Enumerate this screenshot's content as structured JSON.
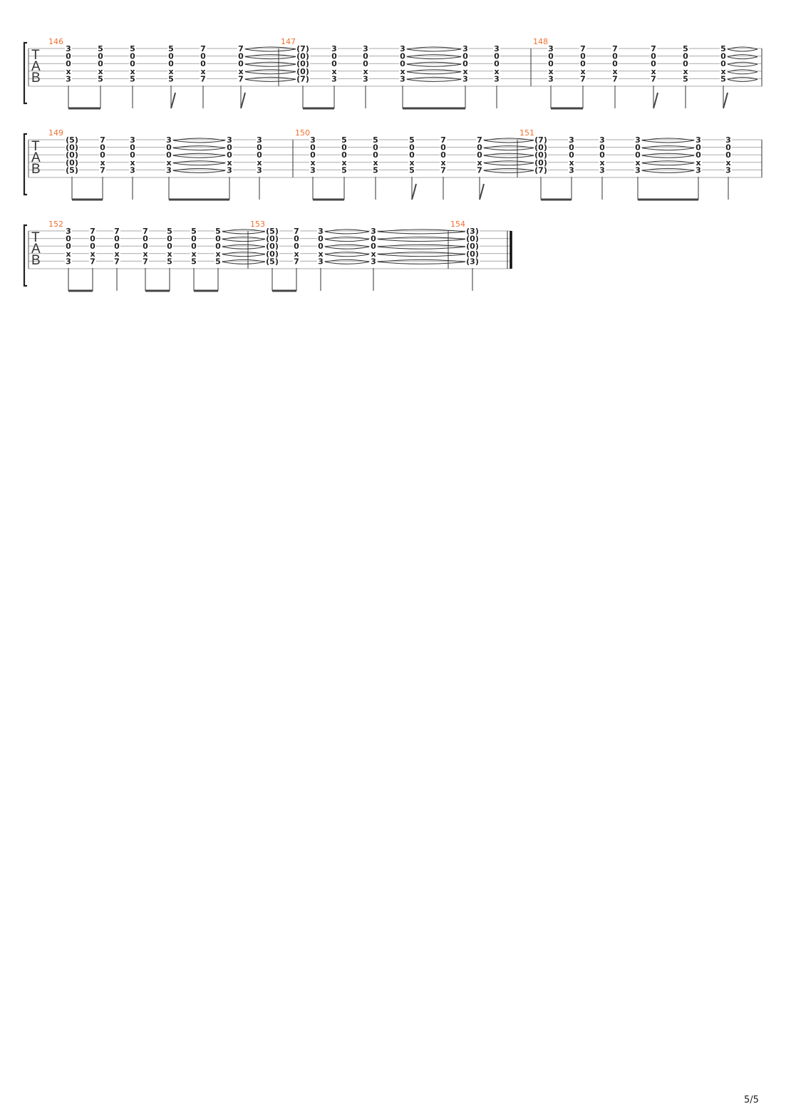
{
  "tab_letters": [
    "T",
    "A",
    "B"
  ],
  "page_number": "5/5",
  "systems": [
    {
      "measures": [
        {
          "number": "146",
          "beats": [
            [
              "3",
              "0",
              "0",
              "x",
              "3"
            ],
            [
              "5",
              "0",
              "0",
              "x",
              "5"
            ],
            [
              "5",
              "0",
              "0",
              "x",
              "5"
            ],
            [
              "5",
              "0",
              "0",
              "x",
              "5"
            ],
            [
              "7",
              "0",
              "0",
              "x",
              "7"
            ],
            [
              "7",
              "0",
              "0",
              "x",
              "7"
            ]
          ],
          "beams": [
            [
              0,
              1
            ]
          ],
          "flags": [
            3,
            5
          ],
          "ties_after": [
            5
          ]
        },
        {
          "number": "147",
          "beats": [
            [
              "(7)",
              "(0)",
              "(0)",
              "(0)",
              "(7)"
            ],
            [
              "3",
              "0",
              "0",
              "x",
              "3"
            ],
            [
              "3",
              "0",
              "0",
              "x",
              "3"
            ],
            [
              "3",
              "0",
              "0",
              "x",
              "3"
            ],
            [
              "3",
              "0",
              "0",
              "x",
              "3"
            ],
            [
              "3",
              "0",
              "0",
              "x",
              "3"
            ]
          ],
          "beams": [
            [
              0,
              1
            ],
            [
              3,
              4
            ],
            [
              5,
              6
            ]
          ],
          "flags": [],
          "ties_after": [
            3
          ]
        },
        {
          "number": "148",
          "beats": [
            [
              "3",
              "0",
              "0",
              "x",
              "3"
            ],
            [
              "7",
              "0",
              "0",
              "x",
              "7"
            ],
            [
              "7",
              "0",
              "0",
              "x",
              "7"
            ],
            [
              "7",
              "0",
              "0",
              "x",
              "7"
            ],
            [
              "5",
              "0",
              "0",
              "x",
              "5"
            ],
            [
              "5",
              "0",
              "0",
              "x",
              "5"
            ]
          ],
          "beams": [
            [
              0,
              1
            ]
          ],
          "flags": [
            3,
            5
          ],
          "ties_after": [
            5
          ]
        }
      ]
    },
    {
      "measures": [
        {
          "number": "149",
          "beats": [
            [
              "(5)",
              "(0)",
              "(0)",
              "(0)",
              "(5)"
            ],
            [
              "7",
              "0",
              "0",
              "x",
              "7"
            ],
            [
              "3",
              "0",
              "0",
              "x",
              "3"
            ],
            [
              "3",
              "0",
              "0",
              "x",
              "3"
            ],
            [
              "3",
              "0",
              "0",
              "x",
              "3"
            ],
            [
              "3",
              "0",
              "0",
              "x",
              "3"
            ]
          ],
          "beams": [
            [
              0,
              1
            ],
            [
              3,
              4
            ],
            [
              5,
              6
            ]
          ],
          "flags": [],
          "ties_after": [
            3
          ]
        },
        {
          "number": "150",
          "beats": [
            [
              "3",
              "0",
              "0",
              "x",
              "3"
            ],
            [
              "5",
              "0",
              "0",
              "x",
              "5"
            ],
            [
              "5",
              "0",
              "0",
              "x",
              "5"
            ],
            [
              "5",
              "0",
              "0",
              "x",
              "5"
            ],
            [
              "7",
              "0",
              "0",
              "x",
              "7"
            ],
            [
              "7",
              "0",
              "0",
              "x",
              "7"
            ]
          ],
          "beams": [
            [
              0,
              1
            ]
          ],
          "flags": [
            3,
            5
          ],
          "ties_after": [
            5
          ]
        },
        {
          "number": "151",
          "beats": [
            [
              "(7)",
              "(0)",
              "(0)",
              "(0)",
              "(7)"
            ],
            [
              "3",
              "0",
              "0",
              "x",
              "3"
            ],
            [
              "3",
              "0",
              "0",
              "x",
              "3"
            ],
            [
              "3",
              "0",
              "0",
              "x",
              "3"
            ],
            [
              "3",
              "0",
              "0",
              "x",
              "3"
            ],
            [
              "3",
              "0",
              "0",
              "x",
              "3"
            ]
          ],
          "beams": [
            [
              0,
              1
            ],
            [
              3,
              4
            ],
            [
              5,
              6
            ]
          ],
          "flags": [],
          "ties_after": [
            3
          ]
        }
      ]
    },
    {
      "measures": [
        {
          "number": "152",
          "beats": [
            [
              "3",
              "0",
              "0",
              "x",
              "3"
            ],
            [
              "7",
              "0",
              "0",
              "x",
              "7"
            ],
            [
              "7",
              "0",
              "0",
              "x",
              "7"
            ],
            [
              "7",
              "0",
              "0",
              "x",
              "7"
            ],
            [
              "5",
              "0",
              "0",
              "x",
              "5"
            ],
            [
              "5",
              "0",
              "0",
              "x",
              "5"
            ],
            [
              "5",
              "0",
              "0",
              "x",
              "5"
            ]
          ],
          "beams": [
            [
              0,
              1
            ],
            [
              3,
              4
            ],
            [
              5,
              6
            ]
          ],
          "flags": [],
          "ties_after": [
            6
          ]
        },
        {
          "number": "153",
          "beats": [
            [
              "(5)",
              "(0)",
              "(0)",
              "(0)",
              "(5)"
            ],
            [
              "7",
              "0",
              "0",
              "x",
              "7"
            ],
            [
              "3",
              "0",
              "0",
              "x",
              "3"
            ],
            [
              "3",
              "0",
              "0",
              "x",
              "3"
            ]
          ],
          "beams": [
            [
              0,
              1
            ],
            [
              3,
              3
            ]
          ],
          "flags": [],
          "ties_after": [
            2,
            3
          ]
        },
        {
          "number": "154",
          "beats": [
            [
              "(3)",
              "(0)",
              "(0)",
              "(0)",
              "(3)"
            ]
          ],
          "beams": [],
          "flags": [],
          "ties_after": []
        }
      ]
    }
  ]
}
